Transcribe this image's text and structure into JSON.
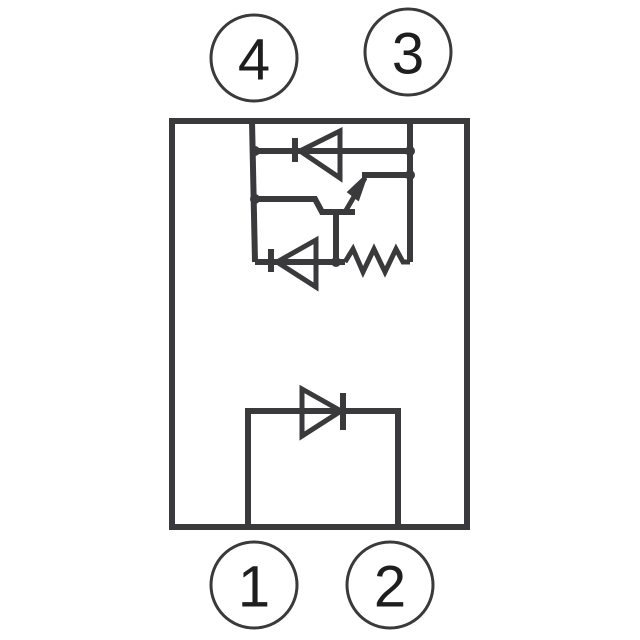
{
  "diagram": {
    "type": "optocoupler-pinout",
    "colors": {
      "line": "#3a3a3c",
      "text": "#1e1e1e",
      "background": "#ffffff"
    },
    "pins": [
      {
        "id": "pin1",
        "label": "1",
        "position": "bottom-left"
      },
      {
        "id": "pin2",
        "label": "2",
        "position": "bottom-right"
      },
      {
        "id": "pin3",
        "label": "3",
        "position": "top-right"
      },
      {
        "id": "pin4",
        "label": "4",
        "position": "top-left"
      }
    ],
    "components": [
      {
        "name": "input-led",
        "symbol": "diode",
        "connects": [
          "1",
          "2"
        ]
      },
      {
        "name": "output-diode-top",
        "symbol": "diode",
        "connects": [
          "4",
          "3"
        ]
      },
      {
        "name": "output-transistor",
        "symbol": "npn-transistor"
      },
      {
        "name": "output-diode-bottom",
        "symbol": "diode"
      },
      {
        "name": "output-resistor",
        "symbol": "resistor"
      }
    ]
  }
}
